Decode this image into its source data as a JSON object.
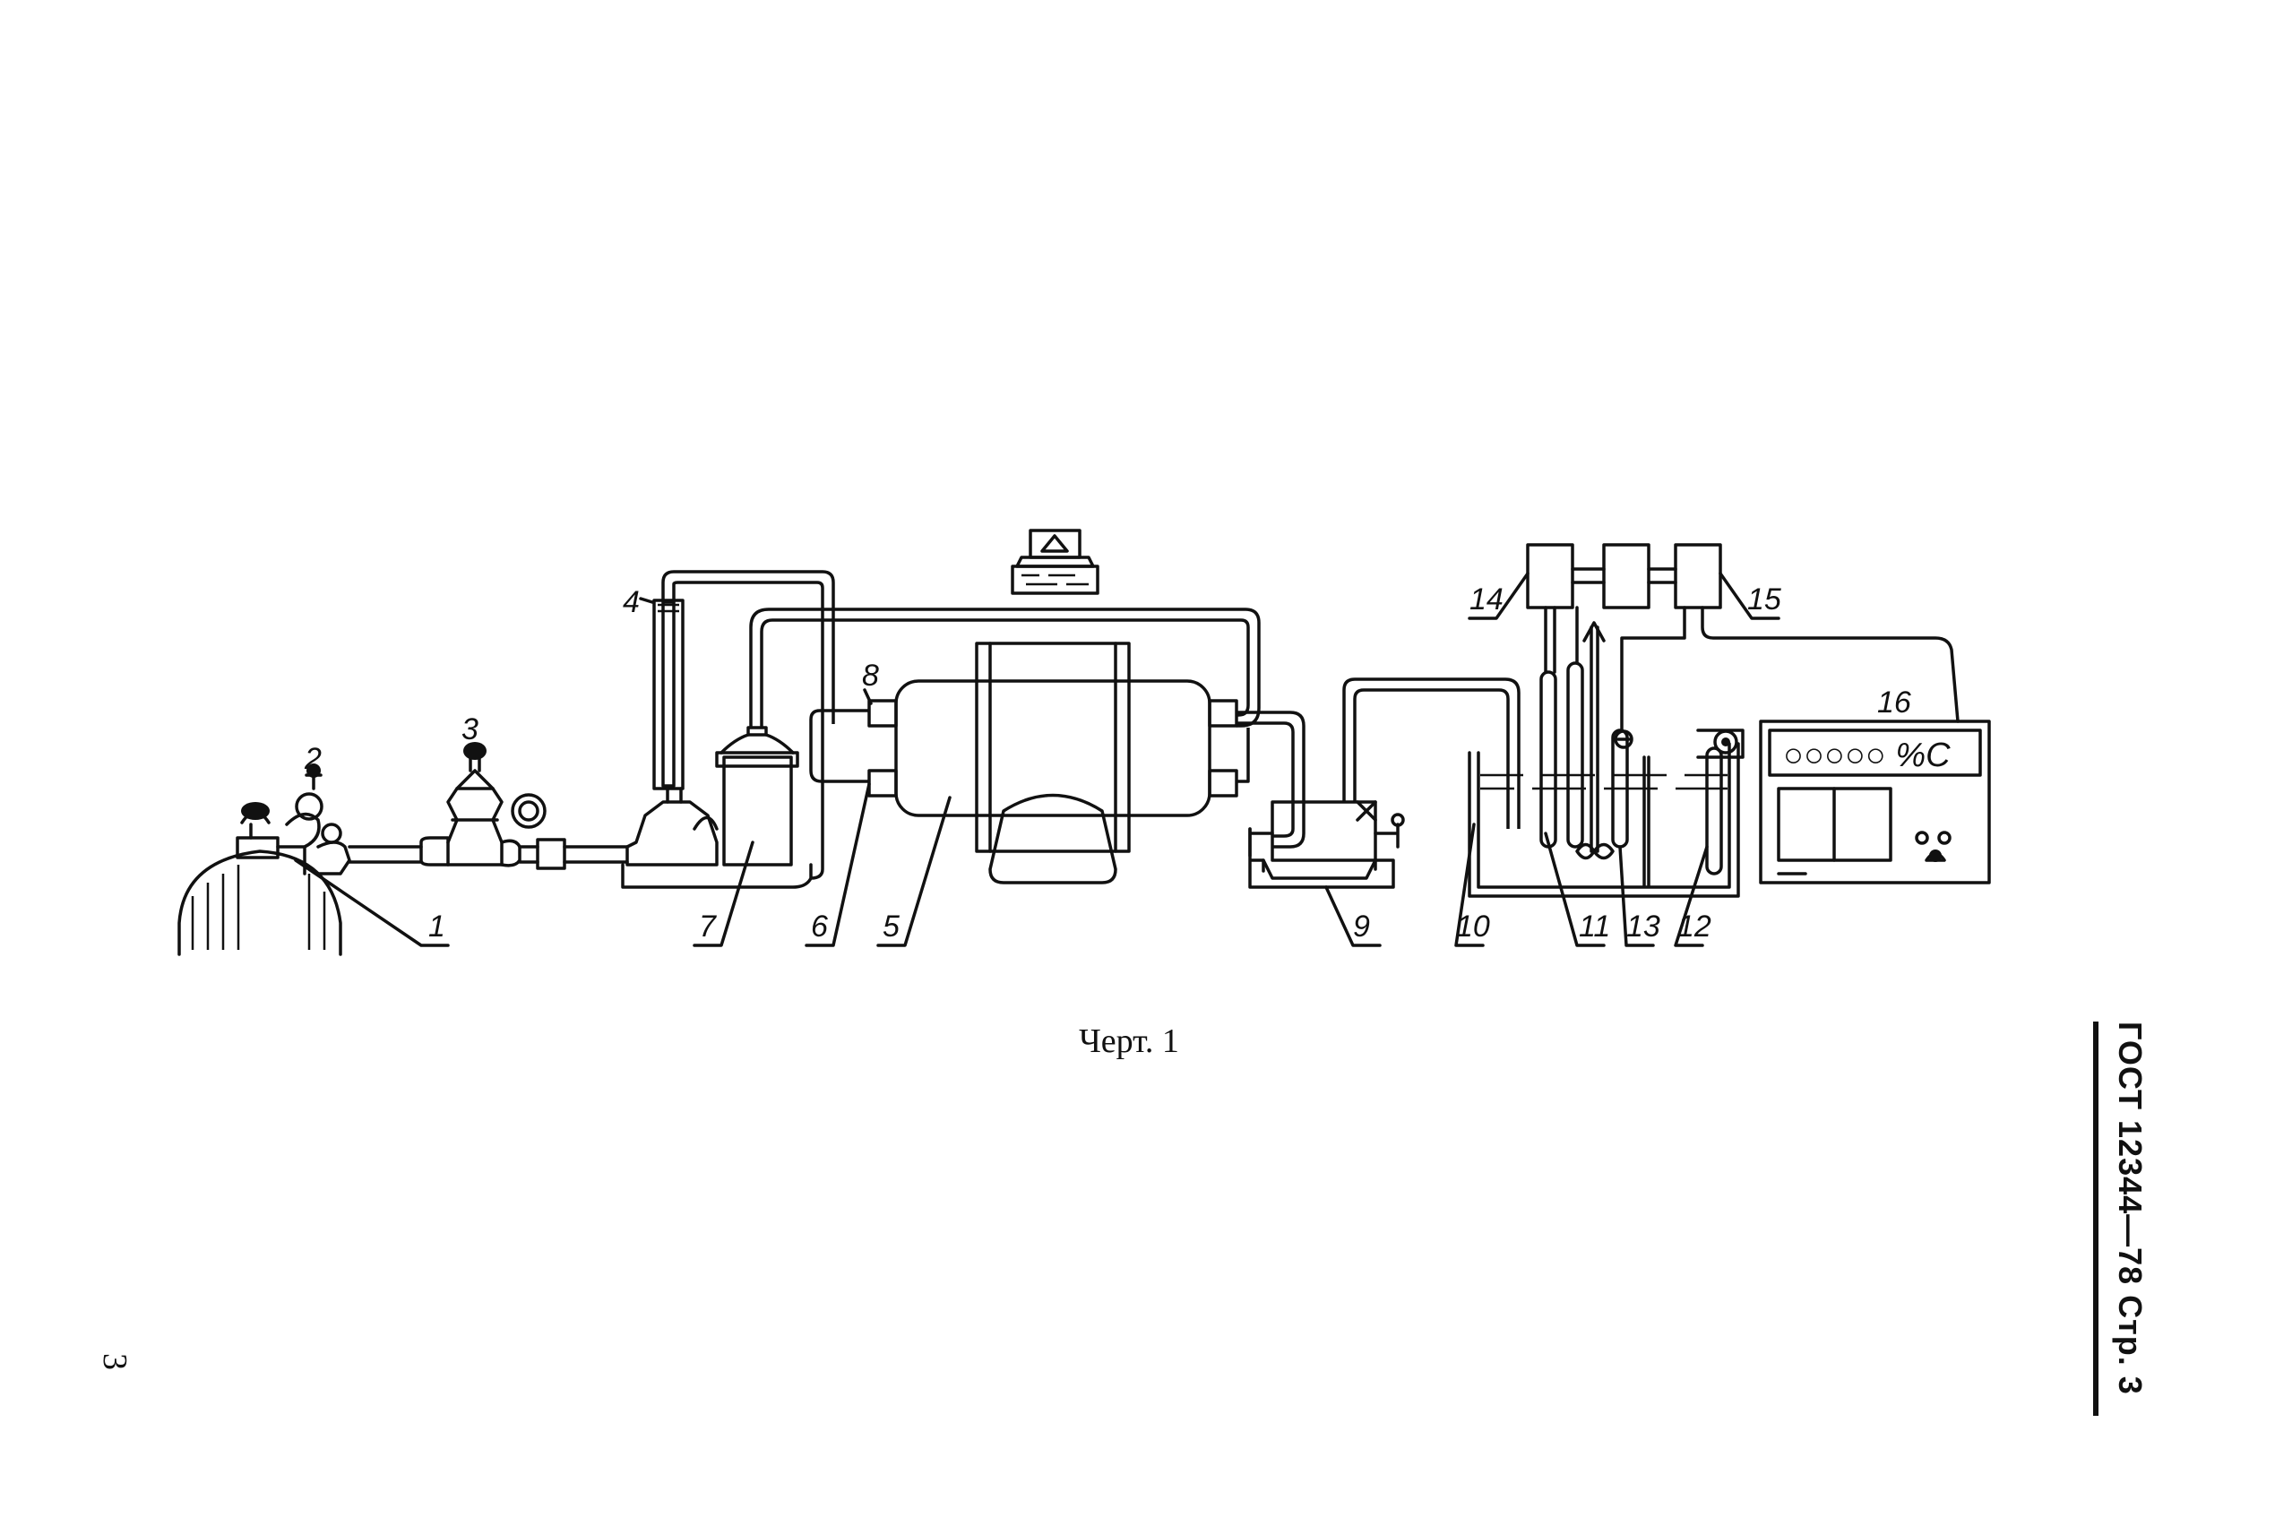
{
  "caption": "Черт. 1",
  "page_number": "3",
  "side_header": "ГОСТ 12344—78 Стр. 3",
  "display_text": "○○○○○ %C",
  "labels": [
    {
      "id": "1",
      "text": "1"
    },
    {
      "id": "2",
      "text": "2"
    },
    {
      "id": "3",
      "text": "3"
    },
    {
      "id": "4",
      "text": "4"
    },
    {
      "id": "5",
      "text": "5"
    },
    {
      "id": "6",
      "text": "6"
    },
    {
      "id": "7",
      "text": "7"
    },
    {
      "id": "8",
      "text": "8"
    },
    {
      "id": "9",
      "text": "9"
    },
    {
      "id": "10",
      "text": "10"
    },
    {
      "id": "11",
      "text": "11"
    },
    {
      "id": "12",
      "text": "12"
    },
    {
      "id": "13",
      "text": "13"
    },
    {
      "id": "14",
      "text": "14"
    },
    {
      "id": "15",
      "text": "15"
    },
    {
      "id": "16",
      "text": "16"
    }
  ]
}
